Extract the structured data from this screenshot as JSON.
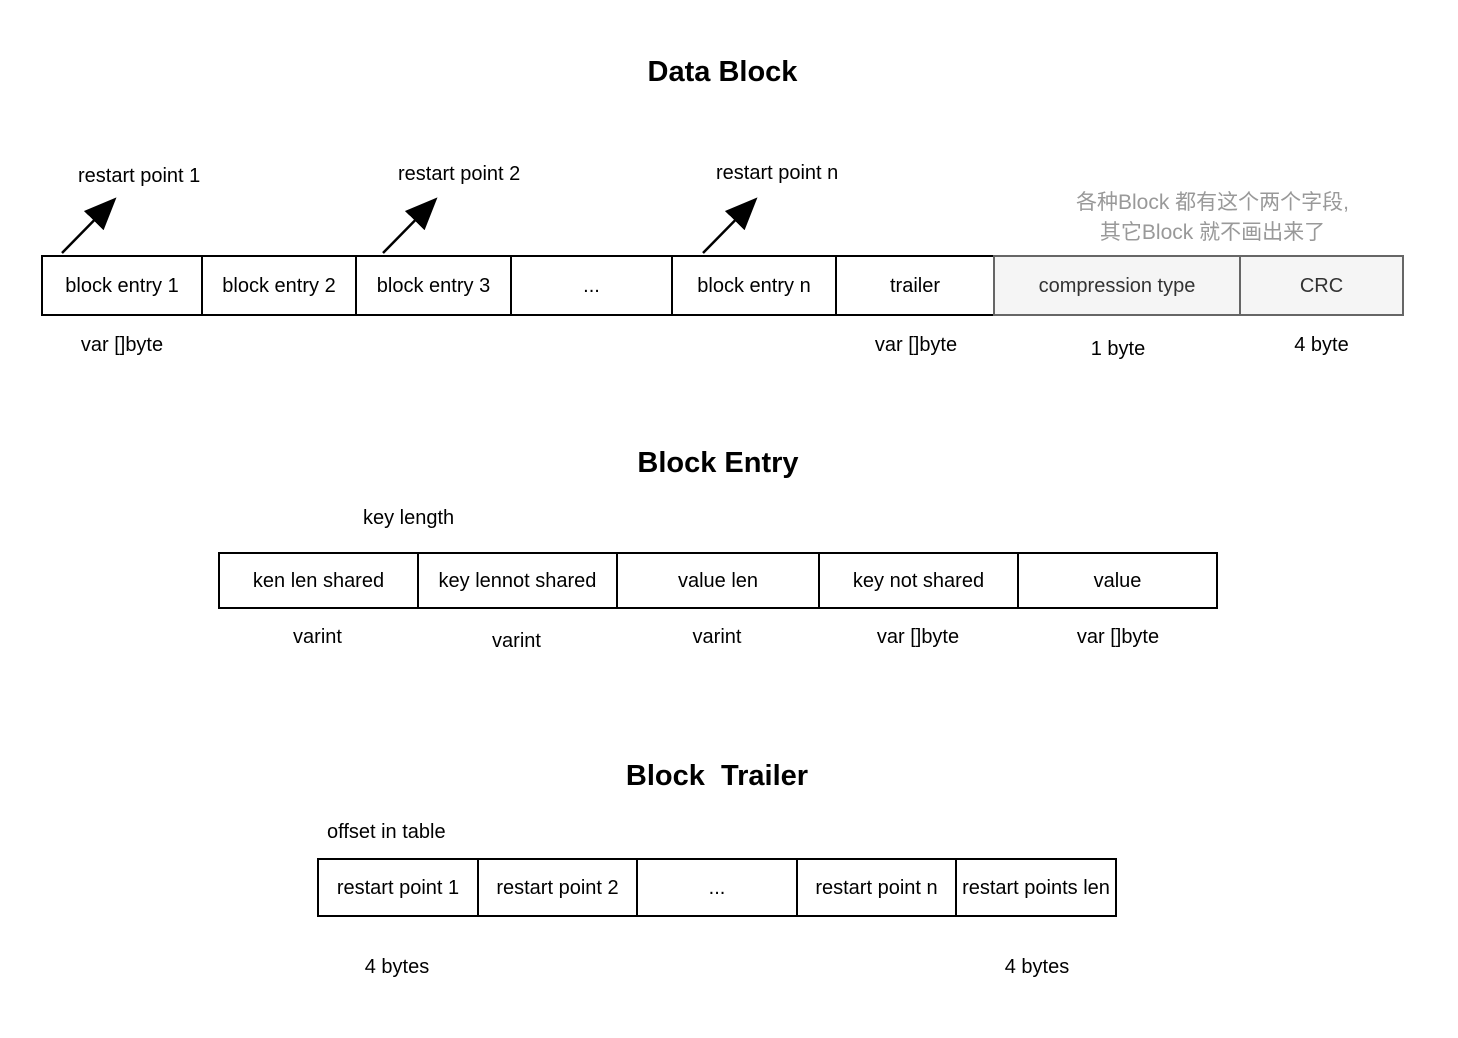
{
  "colors": {
    "cell_border": "#000000",
    "gray_cell_bg": "#f5f5f5",
    "gray_cell_border": "#666666",
    "gray_cell_text": "#333333",
    "annotation_text": "#999999"
  },
  "data_block": {
    "title": "Data Block",
    "restart_pointers": [
      "restart point 1",
      "restart point 2",
      "restart point n"
    ],
    "annotation_line1": "各种Block 都有这个两个字段,",
    "annotation_line2": "其它Block 就不画出来了",
    "cells": [
      "block entry 1",
      "block entry 2",
      "block entry 3",
      "...",
      "block entry n",
      "trailer",
      "compression type",
      "CRC"
    ],
    "notes": {
      "entry1": "var []byte",
      "trailer": "var []byte",
      "compression": "1 byte",
      "crc": "4 byte"
    }
  },
  "block_entry": {
    "title": "Block Entry",
    "top_label": "key length",
    "cells": [
      "ken len shared",
      "key lennot shared",
      "value len",
      "key not shared",
      "value"
    ],
    "notes": [
      "varint",
      "varint",
      "varint",
      "var []byte",
      "var []byte"
    ]
  },
  "block_trailer": {
    "title": "Block  Trailer",
    "top_label": "offset in table",
    "cells": [
      "restart point 1",
      "restart point 2",
      "...",
      "restart point n",
      "restart points len"
    ],
    "notes": {
      "first": "4 bytes",
      "last": "4 bytes"
    }
  }
}
